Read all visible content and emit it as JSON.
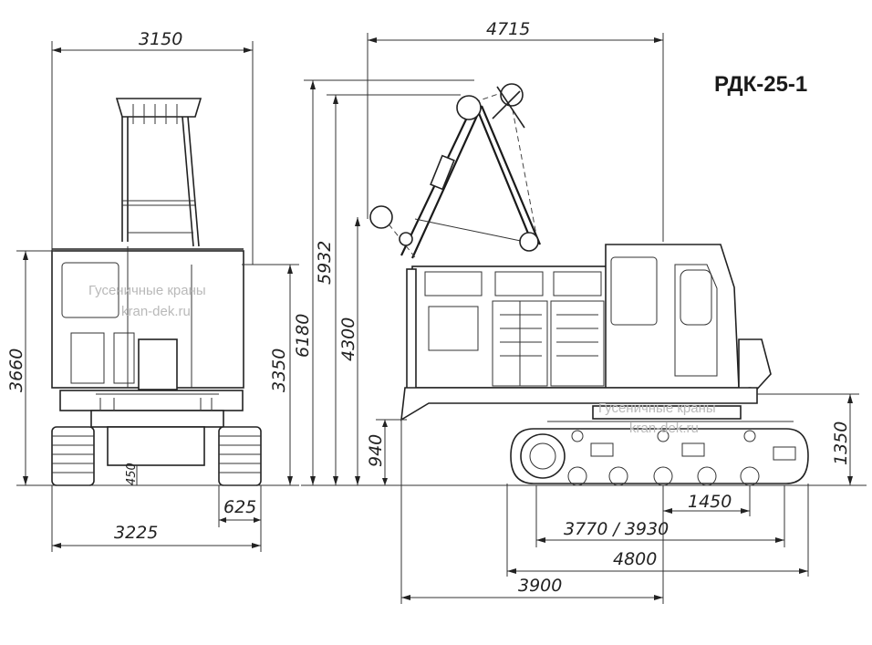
{
  "model": "РДК-25-1",
  "watermark": [
    "Гусеничные краны",
    "kran-dek.ru"
  ],
  "dimensions": {
    "front_top_width": "3150",
    "front_total_height": "3660",
    "front_body_height": "3350",
    "front_track_clearance": "450",
    "front_track_width": "625",
    "front_total_width": "3225",
    "side_top_length": "4715",
    "side_height_6180": "6180",
    "side_height_5932": "5932",
    "side_height_4300": "4300",
    "side_height_940": "940",
    "side_height_1350": "1350",
    "side_dim_1450": "1450",
    "side_dim_3770_3930": "3770 / 3930",
    "side_dim_4800": "4800",
    "side_dim_3900": "3900"
  }
}
